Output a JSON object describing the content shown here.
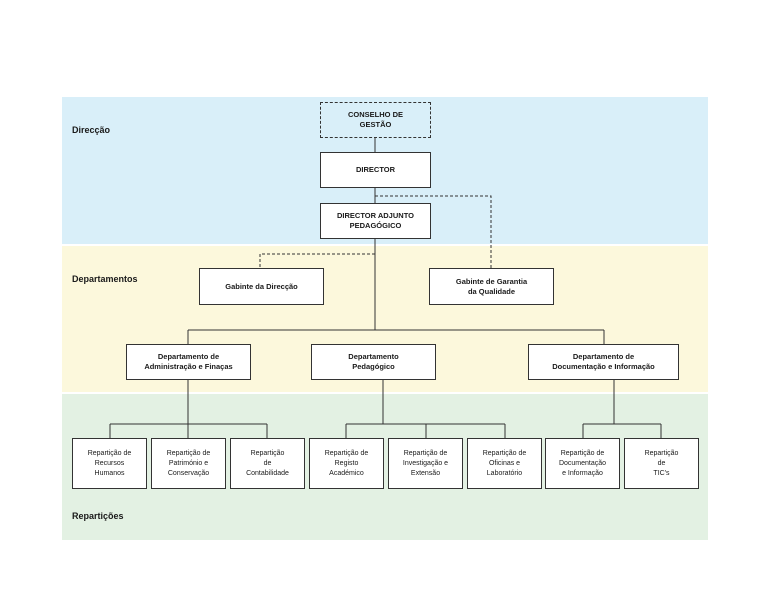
{
  "sections": {
    "direccao": "Direcção",
    "departamentos": "Departamentos",
    "reparticoes": "Repartições"
  },
  "top": {
    "conselho": "CONSELHO DE\nGESTÃO",
    "director": "DIRECTOR",
    "director_adjunto": "DIRECTOR ADJUNTO\nPEDAGÓGICO"
  },
  "gabinetes": {
    "direccao": "Gabinte da Direcção",
    "garantia": "Gabinte de Garantia\nda Qualidade"
  },
  "departamentos": {
    "administracao": "Departamento de\nAdministração e Finaças",
    "pedagogico": "Departamento\nPedagógico",
    "documentacao": "Departamento de\nDocumentação e Informação"
  },
  "reparticoes": {
    "recursos_humanos": "Repartição de\nRecursos\nHumanos",
    "patrimonio": "Repartição de\nPatrimónio e\nConservação",
    "contabilidade": "Repartição\nde\nContabilidade",
    "registo": "Repartição de\nRegisto\nAcadémico",
    "investigacao": "Repartição de\nInvestigação e\nExtensão",
    "oficinas": "Repartição de\nOficinas e\nLaboratório",
    "documentacao": "Repartição de\nDocumentação\ne Informação",
    "tics": "Repartição\nde\nTIC's"
  }
}
